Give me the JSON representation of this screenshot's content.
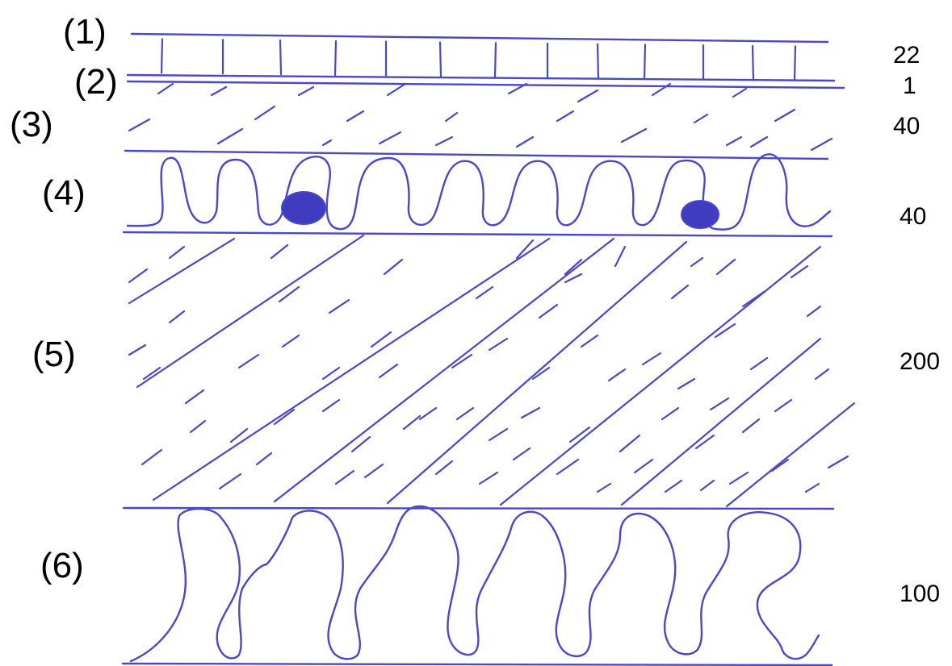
{
  "layers": [
    {
      "label": "(1)",
      "value": "22"
    },
    {
      "label": "(2)",
      "value": "1"
    },
    {
      "label": "(3)",
      "value": "40"
    },
    {
      "label": "(4)",
      "value": "40"
    },
    {
      "label": "(5)",
      "value": "200"
    },
    {
      "label": "(6)",
      "value": "100"
    }
  ],
  "colors": {
    "ink": "#4a47c8",
    "ink_fill": "#3f3cc0",
    "text": "#000000"
  }
}
